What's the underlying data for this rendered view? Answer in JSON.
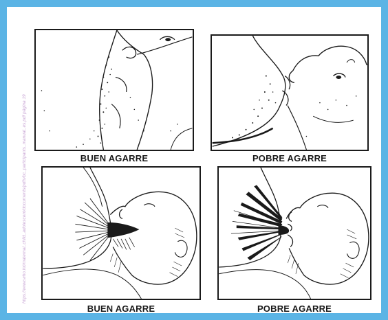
{
  "source_credit": "https://www.who.int/maternal_child_adolescent/documents/pdfs/bc_participants_manual_es.pdf página 19",
  "captions": {
    "top_left": "BUEN AGARRE",
    "top_right": "POBRE AGARRE",
    "bottom_left": "BUEN AGARRE",
    "bottom_right": "POBRE AGARRE"
  },
  "colors": {
    "frame_border": "#5bb4e5",
    "ink": "#1a1a1a",
    "credit_text": "#c8a4d4"
  }
}
